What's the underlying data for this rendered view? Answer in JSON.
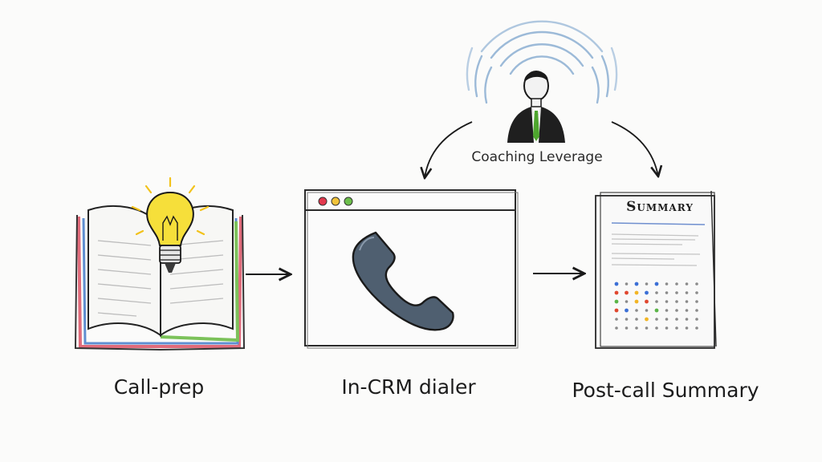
{
  "coach": {
    "label": "Coaching Leverage",
    "tie_color": "#4ea62e",
    "signal_color": "#9cbad8"
  },
  "steps": [
    {
      "label": "Call-prep",
      "icon": "open-book-lightbulb-icon"
    },
    {
      "label": "In-CRM dialer",
      "icon": "phone-handset-icon"
    },
    {
      "label": "Post-call Summary",
      "icon": "summary-document-icon"
    }
  ],
  "summary_doc": {
    "title": "Summary",
    "dot_colors": [
      "#3b6fd6",
      "#e0472f",
      "#f2b525",
      "#5bb548",
      "#8a8a8a"
    ]
  },
  "browser": {
    "dot_colors": [
      "#e2384d",
      "#f1c33a",
      "#6cbf4b"
    ]
  },
  "bulb_color": "#f6df3a"
}
